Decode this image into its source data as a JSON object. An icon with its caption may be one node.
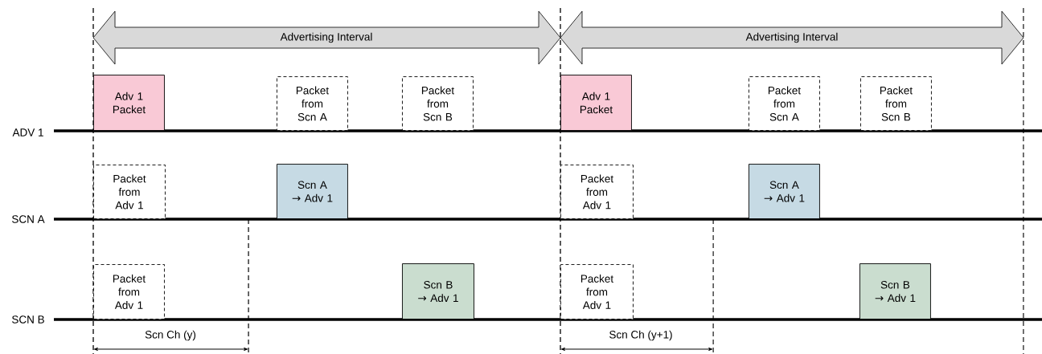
{
  "diagram": {
    "nodes": [
      {
        "text": [
          "Adv 1 Packet"
        ]
      },
      {
        "text": [
          "Packet from Scn A"
        ]
      },
      {
        "text": [
          "Packet from Scn B"
        ]
      },
      {
        "text": [
          "Adv 1 Packet"
        ]
      },
      {
        "text": [
          "Packet from Scn A"
        ]
      },
      {
        "text": [
          "Packet from Scn B"
        ]
      },
      {
        "text": [
          "Packet from Adv 1"
        ]
      },
      {
        "text": [
          "Scn A → Adv 1"
        ]
      },
      {
        "text": [
          "Packet from Adv 1"
        ]
      },
      {
        "text": [
          "Scn A → Adv 1"
        ]
      },
      {
        "text": [
          "Packet from Adv 1"
        ]
      },
      {
        "text": [
          "Scn B → Adv 1"
        ]
      },
      {
        "text": [
          "Packet from Adv 1"
        ]
      },
      {
        "text": [
          "Scn B → Adv 1"
        ]
      }
    ],
    "labels": [
      "Advertising Interval",
      "Advertising Interval",
      "ADV 1",
      "SCN A",
      "SCN B",
      "Scn Ch (y)",
      "Scn Ch (y+1)"
    ]
  }
}
